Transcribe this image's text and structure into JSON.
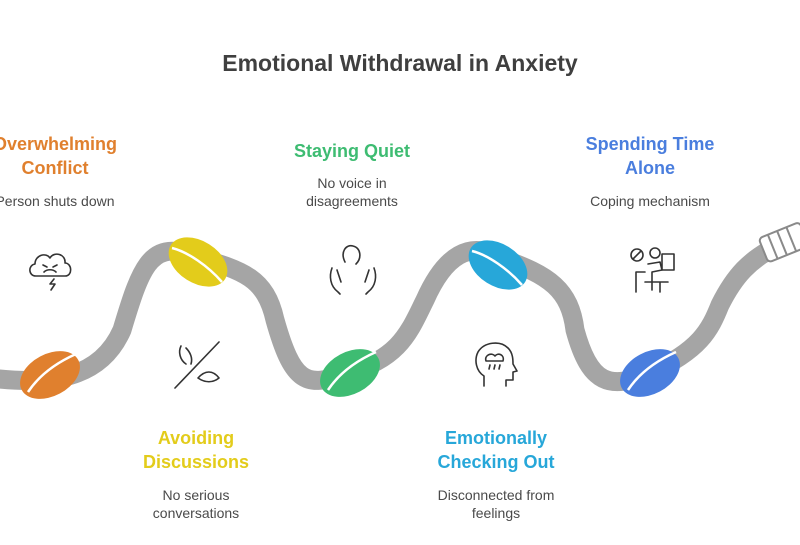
{
  "title": "Emotional Withdrawal in Anxiety",
  "colors": {
    "rope": "#a5a5a5",
    "orange": "#e0802e",
    "yellow": "#e3cc1b",
    "green": "#3ebc72",
    "cyan": "#27a7d9",
    "blue": "#4a7ede"
  },
  "steps": [
    {
      "title": "Overwhelming Conflict",
      "title_lines": [
        "Overwhelming",
        "Conflict"
      ],
      "description": "Person shuts down",
      "description_lines": [
        "Person shuts down"
      ],
      "icon": "storm-cloud-icon",
      "color": "#e0802e"
    },
    {
      "title": "Avoiding Discussions",
      "title_lines": [
        "Avoiding",
        "Discussions"
      ],
      "description": "No serious conversations",
      "description_lines": [
        "No serious",
        "conversations"
      ],
      "icon": "eye-slash-icon",
      "color": "#e3cc1b"
    },
    {
      "title": "Staying Quiet",
      "title_lines": [
        "Staying Quiet"
      ],
      "description": "No voice in disagreements",
      "description_lines": [
        "No voice in",
        "disagreements"
      ],
      "icon": "hands-silence-icon",
      "color": "#3ebc72"
    },
    {
      "title": "Emotionally Checking Out",
      "title_lines": [
        "Emotionally",
        "Checking Out"
      ],
      "description": "Disconnected from feelings",
      "description_lines": [
        "Disconnected from",
        "feelings"
      ],
      "icon": "head-cloud-icon",
      "color": "#27a7d9"
    },
    {
      "title": "Spending Time Alone",
      "title_lines": [
        "Spending Time",
        "Alone"
      ],
      "description": "Coping mechanism",
      "description_lines": [
        "Coping mechanism"
      ],
      "icon": "person-alone-icon",
      "color": "#4a7ede"
    }
  ]
}
